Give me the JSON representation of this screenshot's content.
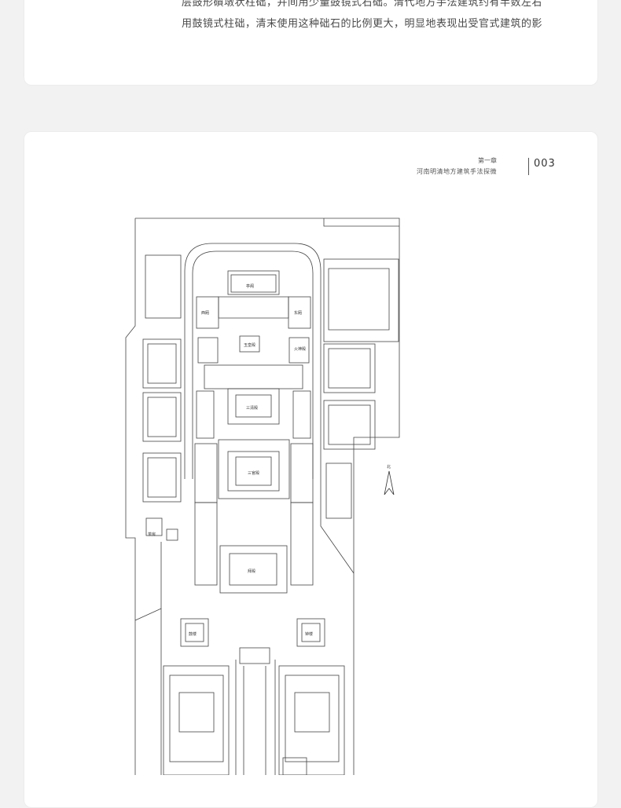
{
  "text": {
    "line1": "层鼓形礩墩状柱础，并间用少量鼓镜式石础。清代地方手法建筑约有半数左右",
    "line2": "用鼓镜式柱础，清末使用这种础石的比例更大，明显地表现出受官式建筑的影"
  },
  "header": {
    "chapter": "第一章",
    "book_title": "河南明清地方建筑手法探微",
    "page_number": "003"
  },
  "plan": {
    "north_label": "北",
    "labels": {
      "top_hall": "亭阁",
      "west_side": "西厢",
      "east_side": "东厢",
      "pavilion_1": "玉皇殿",
      "pavilion_2": "三清殿",
      "east_chamber": "火神殿",
      "main_court_1": "三官殿",
      "main_court_2": "拜殿",
      "drum_tower": "鼓楼",
      "bell_tower": "钟楼",
      "small_shrine": "茶房"
    }
  },
  "colors": {
    "background": "#f2f2f2",
    "card": "#ffffff",
    "ink": "#333333"
  }
}
